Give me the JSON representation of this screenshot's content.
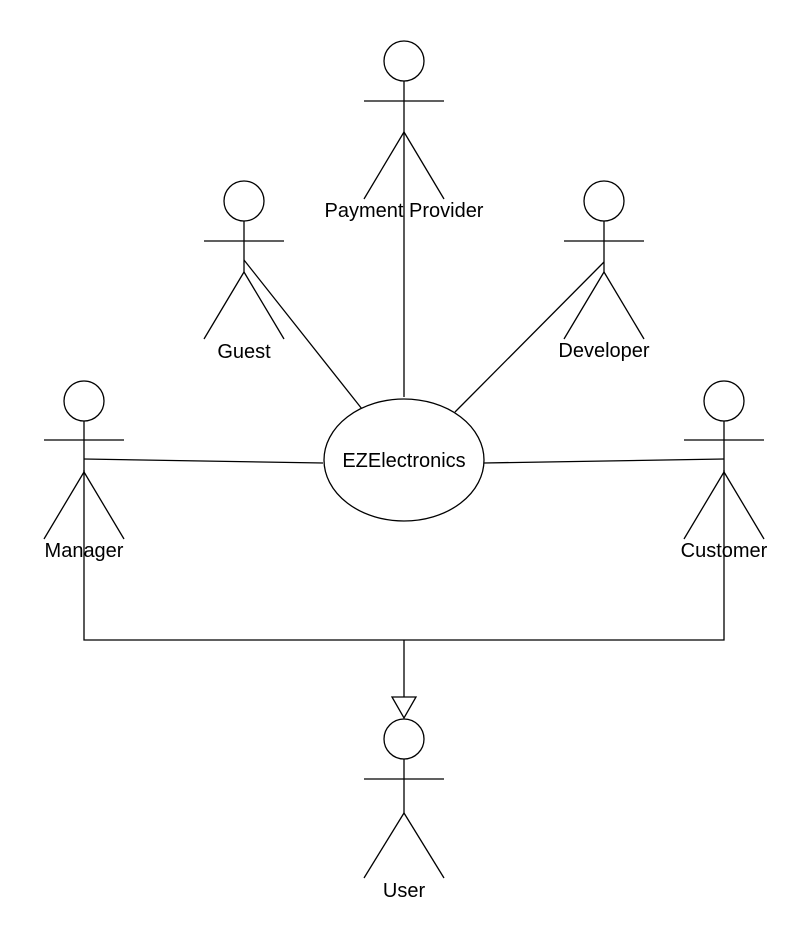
{
  "system": {
    "label": "EZElectronics"
  },
  "actors": {
    "payment_provider": {
      "label": "Payment Provider"
    },
    "guest": {
      "label": "Guest"
    },
    "developer": {
      "label": "Developer"
    },
    "manager": {
      "label": "Manager"
    },
    "customer": {
      "label": "Customer"
    },
    "user": {
      "label": "User"
    }
  },
  "colors": {
    "stroke": "#000000",
    "background": "#ffffff"
  }
}
